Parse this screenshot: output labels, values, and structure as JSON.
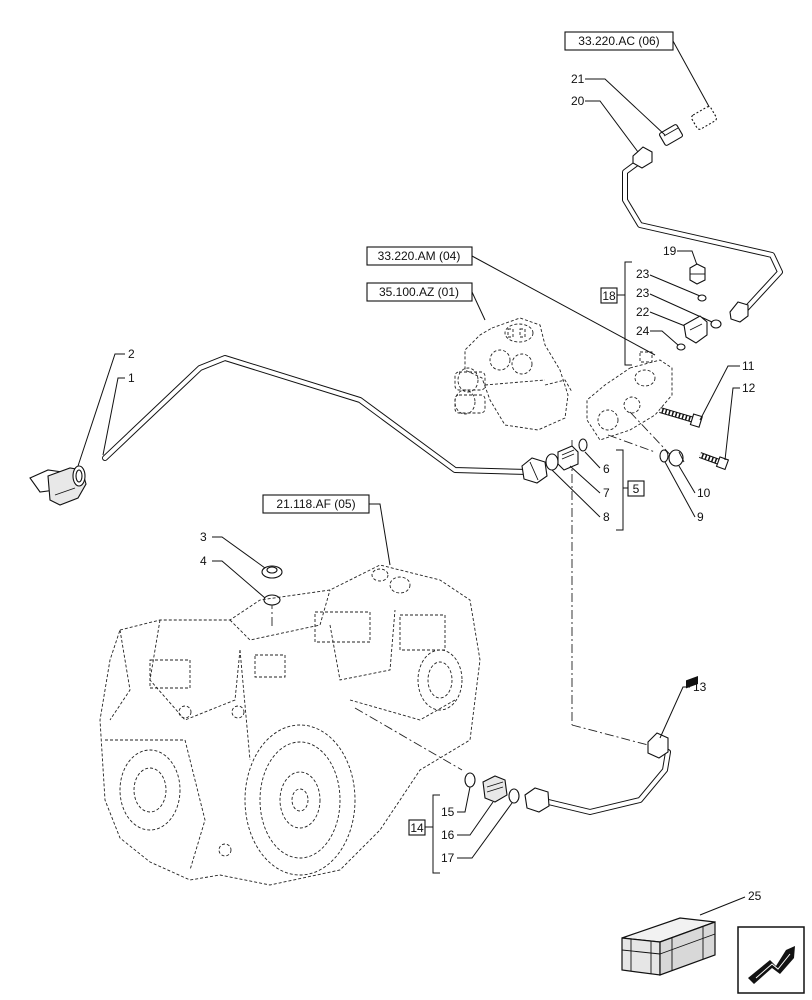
{
  "refs": {
    "r1": "33.220.AC (06)",
    "r2": "33.220.AM (04)",
    "r3": "35.100.AZ (01)",
    "r4": "21.118.AF (05)"
  },
  "callouts": {
    "c1": "1",
    "c2": "2",
    "c3": "3",
    "c4": "4",
    "c5": "5",
    "c6": "6",
    "c7": "7",
    "c8": "8",
    "c9": "9",
    "c10": "10",
    "c11": "11",
    "c12": "12",
    "c13": "13",
    "c14": "14",
    "c15": "15",
    "c16": "16",
    "c17": "17",
    "c18": "18",
    "c19": "19",
    "c20": "20",
    "c21": "21",
    "c22": "22",
    "c23a": "23",
    "c23b": "23",
    "c24": "24",
    "c25": "25"
  },
  "icons": {
    "nav": "next-page-arrow-icon",
    "kit": "kit-crate-icon"
  }
}
